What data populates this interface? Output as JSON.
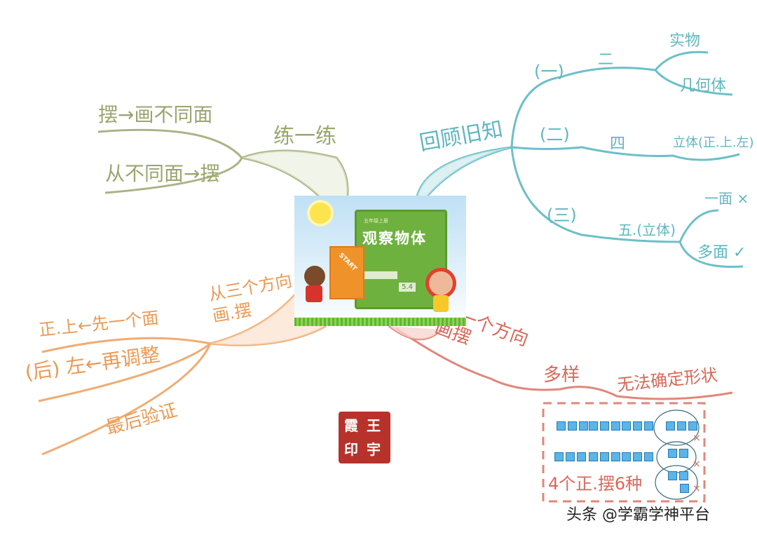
{
  "colors": {
    "green": "#9aa66f",
    "teal": "#5fb6c0",
    "orange": "#eb9a55",
    "red": "#d9685a",
    "seal": "#b8322c",
    "cube": "#5ab5e8"
  },
  "center": {
    "grade_label": "五年级上册",
    "title": "观察物体",
    "lesson_label": "",
    "version": "5.4",
    "sign_text": "START"
  },
  "green_branch": {
    "label": "练一练",
    "items": [
      "摆→画不同面",
      "从不同面→摆"
    ]
  },
  "teal_branch": {
    "label": "回顾旧知",
    "groups": [
      {
        "label": "(一)",
        "sub": "二",
        "leaves": [
          "实物",
          "几何体"
        ]
      },
      {
        "label": "(二)",
        "sub": "四",
        "leaves": [
          "立体(正.上.左)"
        ]
      },
      {
        "label": "(三)",
        "sub": "五.(立体)",
        "leaves": [
          "一面 ×",
          "多面 ✓"
        ]
      }
    ]
  },
  "orange_branch": {
    "label": "从三个方向画.摆",
    "items": [
      "正.上←先一个面",
      "(后) 左←再调整",
      "最后验证"
    ]
  },
  "red_branch": {
    "label": "从一个方向画摆",
    "items": [
      "多样",
      "无法确定形状"
    ],
    "box_caption": "4个正.摆6种",
    "marks": [
      "×",
      "×",
      "×"
    ]
  },
  "seal_text": [
    "王",
    "宇",
    "霞",
    "印"
  ],
  "watermark": "头条 @学霸学神平台"
}
